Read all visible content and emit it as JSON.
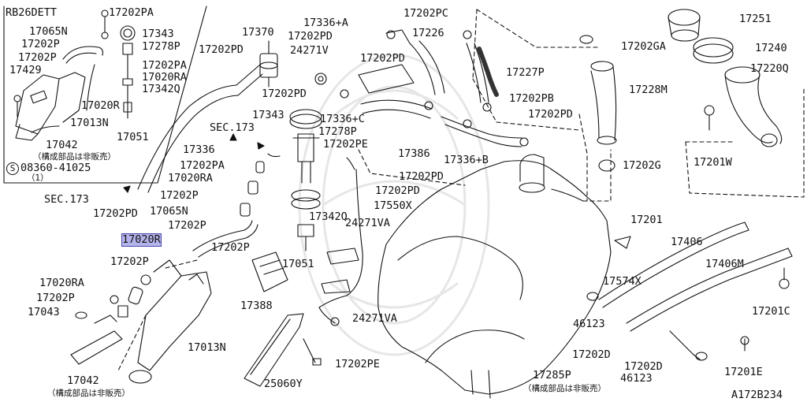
{
  "diagram": {
    "model_code": "RB26DETT",
    "figure_id": "A172B234",
    "not_sold_note": "（構成部品は非販売）",
    "bolt_ref": "08360-41025",
    "bolt_qty": "（1）",
    "bolt_symbol": "S",
    "part_labels": {
      "p17202PA_top": "17202PA",
      "p17065N_top": "17065N",
      "p17343_top": "17343",
      "p17202P_top": "17202P",
      "p17278P_top": "17278P",
      "p17429": "17429",
      "p17202PA_mid": "17202PA",
      "p17020RA_top": "17020RA",
      "p17342Q_top": "17342Q",
      "p17020R_top": "17020R",
      "p17013N_top": "17013N",
      "p17051_top": "17051",
      "p17042_top": "17042",
      "p17370": "17370",
      "p17202PD_1": "17202PD",
      "p17336": "17336",
      "sec173_a": "SEC.173",
      "p17202PA_c": "17202PA",
      "p17020RA_c": "17020RA",
      "p17202P_c": "17202P",
      "p17065N_c": "17065N",
      "p17202P_c2": "17202P",
      "p17020R_main": "17020R",
      "p17202P_c3": "17202P",
      "sec173_b": "SEC.173",
      "p17202PD_2": "17202PD",
      "p17336A": "17336+A",
      "p17202PD_3": "17202PD",
      "p24271V": "24271V",
      "p17202PD_4": "17202PD",
      "p17202PD_5": "17202PD",
      "p17343_c": "17343",
      "p17336C": "17336+C",
      "p17278P_c": "17278P",
      "p17202PE_1": "17202PE",
      "p17342Q_c": "17342Q",
      "p17051_c": "17051",
      "p17550X": "17550X",
      "p24271VA_1": "24271VA",
      "p17388": "17388",
      "p24271VA_2": "24271VA",
      "p17202PE_2": "17202PE",
      "p25060Y": "25060Y",
      "p17202PC": "17202PC",
      "p17226": "17226",
      "p17227P": "17227P",
      "p17202PB": "17202PB",
      "p17386": "17386",
      "p17336B": "17336+B",
      "p17202PD_6": "17202PD",
      "p17202PD_7": "17202PD",
      "p17202PD_8": "17202PD",
      "p17251": "17251",
      "p17202GA": "17202GA",
      "p17240": "17240",
      "p17220Q": "17220Q",
      "p17228M": "17228M",
      "p17202G": "17202G",
      "p17201W": "17201W",
      "p17201": "17201",
      "p17406": "17406",
      "p17406M": "17406M",
      "p17574X": "17574X",
      "p17201C": "17201C",
      "p46123_1": "46123",
      "p17202D_1": "17202D",
      "p17202D_2": "17202D",
      "p46123_2": "46123",
      "p17201E": "17201E",
      "p17285P": "17285P",
      "p17202P_b1": "17202P",
      "p17020RA_b": "17020RA",
      "p17202P_b2": "17202P",
      "p17043": "17043",
      "p17013N_b": "17013N",
      "p17042_b": "17042"
    }
  }
}
